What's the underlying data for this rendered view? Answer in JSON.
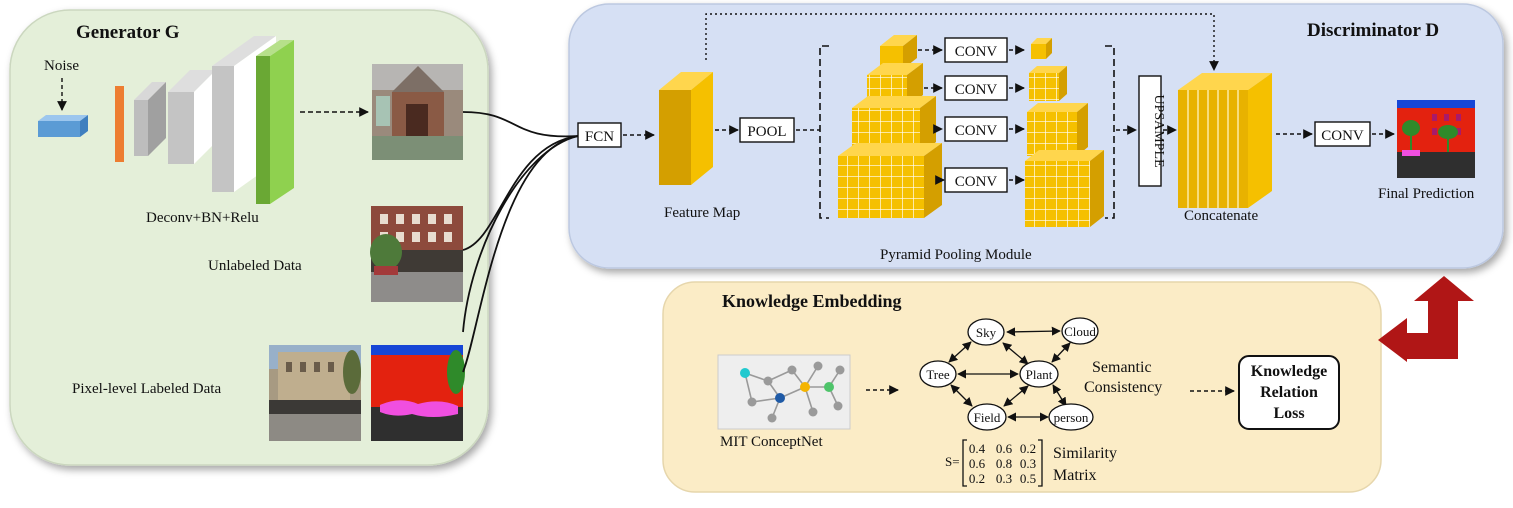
{
  "generator": {
    "title": "Generator G",
    "noise_label": "Noise",
    "layers_label": "Deconv+BN+Relu",
    "unlabeled_label": "Unlabeled Data",
    "labeled_label": "Pixel-level Labeled Data"
  },
  "discriminator": {
    "title": "Discriminator D",
    "fcn": "FCN",
    "feature_map": "Feature Map",
    "pool": "POOL",
    "conv": "CONV",
    "ppm": "Pyramid Pooling Module",
    "upsample": "UPSAMPLE",
    "concatenate": "Concatenate",
    "final_conv": "CONV",
    "final_prediction": "Final Prediction"
  },
  "knowledge": {
    "title": "Knowledge Embedding",
    "conceptnet": "MIT ConceptNet",
    "nodes": [
      "Sky",
      "Cloud",
      "Tree",
      "Plant",
      "Field",
      "person"
    ],
    "semantic_consistency_line1": "Semantic",
    "semantic_consistency_line2": "Consistency",
    "loss_line1": "Knowledge",
    "loss_line2": "Relation",
    "loss_line3": "Loss",
    "matrix_prefix": "S=",
    "matrix": [
      [
        "0.4",
        "0.6",
        "0.2"
      ],
      [
        "0.6",
        "0.8",
        "0.3"
      ],
      [
        "0.2",
        "0.3",
        "0.5"
      ]
    ],
    "similarity_line1": "Similarity",
    "similarity_line2": "Matrix"
  },
  "colors": {
    "generator_bg": "#e4efd9",
    "discriminator_bg": "#d6e0f4",
    "knowledge_bg": "#fbecc6",
    "gold": "#f5c000",
    "green_layer": "#8fd14f",
    "arrow_red": "#b01616"
  }
}
